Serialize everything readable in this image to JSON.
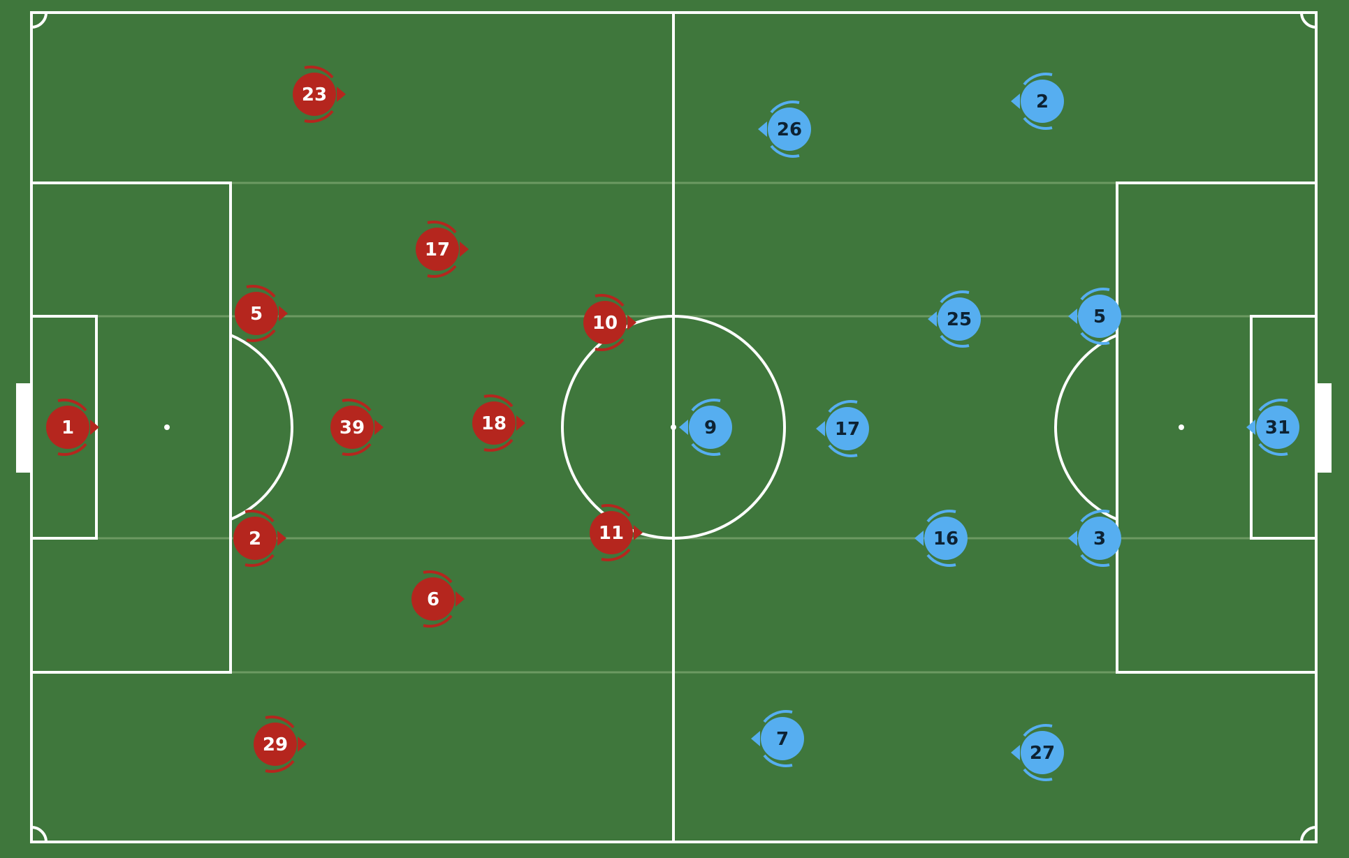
{
  "colors": {
    "grass": "#3f773c",
    "lines": "#ffffff",
    "zone_lines": "#6c9a62",
    "home_team": "#b5261e",
    "home_text": "#ffffff",
    "away_team": "#56aef0",
    "away_text": "#0d2233"
  },
  "teams": {
    "home": {
      "color_key": "home_team",
      "facing": "right",
      "players": [
        {
          "number": "1",
          "role": "goalkeeper"
        },
        {
          "number": "23"
        },
        {
          "number": "5"
        },
        {
          "number": "39"
        },
        {
          "number": "2"
        },
        {
          "number": "29"
        },
        {
          "number": "17"
        },
        {
          "number": "18"
        },
        {
          "number": "6"
        },
        {
          "number": "10"
        },
        {
          "number": "11"
        }
      ]
    },
    "away": {
      "color_key": "away_team",
      "facing": "left",
      "players": [
        {
          "number": "31",
          "role": "goalkeeper"
        },
        {
          "number": "2"
        },
        {
          "number": "5"
        },
        {
          "number": "3"
        },
        {
          "number": "27"
        },
        {
          "number": "26"
        },
        {
          "number": "25"
        },
        {
          "number": "16"
        },
        {
          "number": "7"
        },
        {
          "number": "17"
        },
        {
          "number": "9"
        }
      ]
    }
  }
}
